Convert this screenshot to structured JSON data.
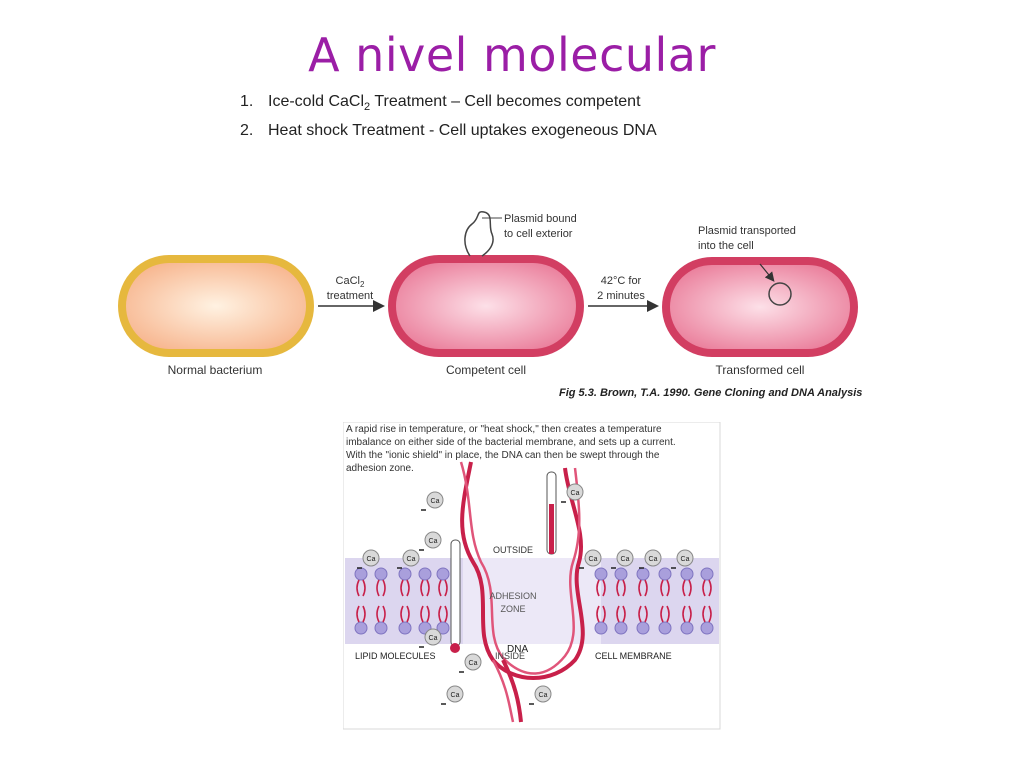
{
  "slide": {
    "title": "A nivel molecular",
    "steps": [
      {
        "num": "1.",
        "pre": "Ice-cold CaCl",
        "sub": "2",
        "post": " Treatment – Cell becomes competent"
      },
      {
        "num": "2.",
        "pre": "Heat shock Treatment -  Cell uptakes exogeneous DNA",
        "sub": "",
        "post": ""
      }
    ],
    "caption": "Fig 5.3. Brown, T.A. 1990. Gene Cloning and DNA Analysis"
  },
  "top_figure": {
    "normal_label": "Normal bacterium",
    "competent_label": "Competent cell",
    "transformed_label": "Transformed cell",
    "arrow1_line1": "CaCl",
    "arrow1_sub": "2",
    "arrow1_line2": "treatment",
    "arrow2_line1": "42°C for",
    "arrow2_line2": "2 minutes",
    "plasmid_bound_line1": "Plasmid bound",
    "plasmid_bound_line2": "to cell exterior",
    "plasmid_transported_line1": "Plasmid transported",
    "plasmid_transported_line2": "into the cell",
    "colors": {
      "normal_fill": "#fbc9a6",
      "normal_rim": "#e3b53a",
      "competent_fill": "#ee8fa8",
      "competent_rim": "#cf3b5f",
      "arrow": "#333333"
    }
  },
  "bottom_figure": {
    "text_line1": "A rapid rise in temperature, or \"heat shock,\" then creates a temperature",
    "text_line2": "imbalance on either side of the bacterial membrane, and sets up a current.",
    "text_line3": "With the \"ionic shield\" in place, the DNA can then be swept through the",
    "text_line4": "adhesion zone.",
    "outside_label": "OUTSIDE",
    "adhesion_line1": "ADHESION",
    "adhesion_line2": "ZONE",
    "dna_label": "DNA",
    "inside_label": "INSIDE",
    "lipid_label": "LIPID MOLECULES",
    "membrane_label": "CELL MEMBRANE",
    "ion_label": "Ca",
    "colors": {
      "membrane_band": "#dcd6ef",
      "lipid_head": "#a99fdc",
      "dna": "#c8204a"
    }
  }
}
